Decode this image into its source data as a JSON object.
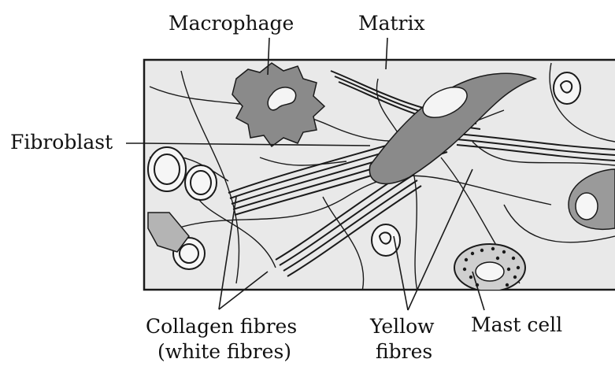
{
  "labels": {
    "macrophage": "Macrophage",
    "matrix": "Matrix",
    "fibroblast": "Fibroblast",
    "collagen_line1": "Collagen fibres",
    "collagen_line2": "(white fibres)",
    "yellow_line1": "Yellow",
    "yellow_line2": "fibres",
    "mast_cell": "Mast cell"
  },
  "colors": {
    "matrix_fill": "#e9e9e9",
    "cell_fill": "#8a8a8a",
    "line": "#1a1a1a"
  }
}
